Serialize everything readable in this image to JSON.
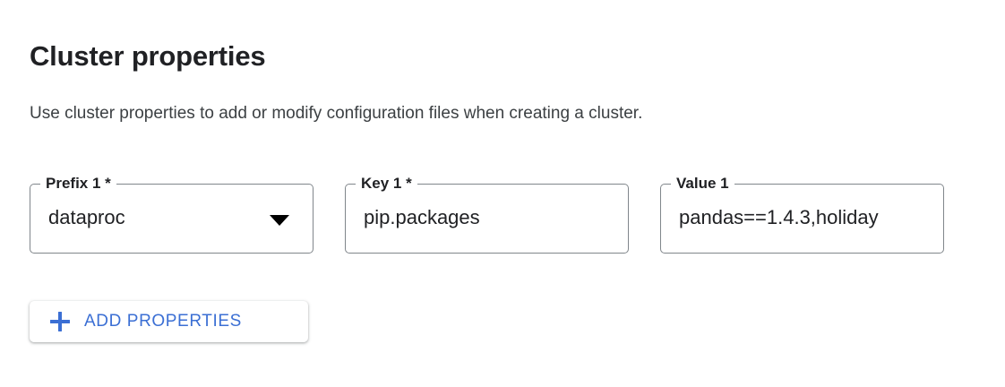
{
  "page": {
    "title": "Cluster properties",
    "description": "Use cluster properties to add or modify configuration files when creating a cluster."
  },
  "fields": [
    {
      "name": "prefix",
      "label": "Prefix 1 *",
      "value": "dataproc",
      "control": "select",
      "icon": "chevron-down-icon",
      "required": true
    },
    {
      "name": "key",
      "label": "Key 1 *",
      "value": "pip.packages",
      "control": "text",
      "required": true
    },
    {
      "name": "value",
      "label": "Value 1",
      "value": "pandas==1.4.3,holiday",
      "control": "text",
      "required": false
    }
  ],
  "add_button": {
    "label": "ADD PROPERTIES",
    "icon": "plus-icon"
  },
  "colors": {
    "accent": "#3b6fd4",
    "border": "#80868b",
    "text": "#202124",
    "description": "#3c4043",
    "background": "#ffffff"
  }
}
